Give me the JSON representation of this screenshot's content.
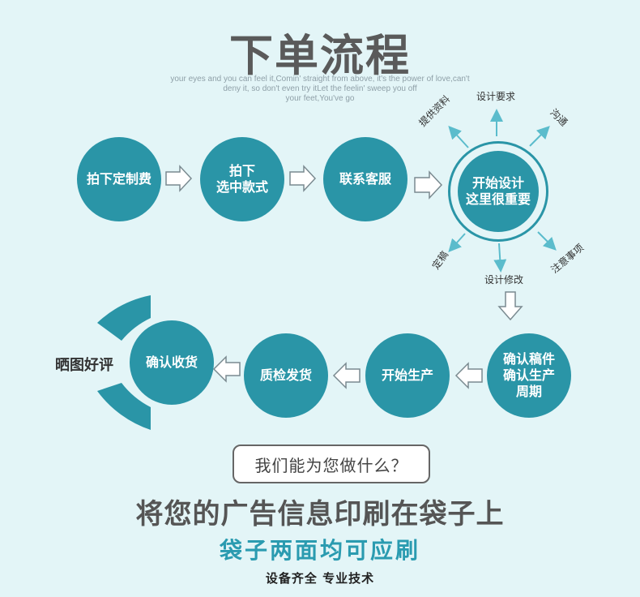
{
  "title": "下单流程",
  "lyrics": [
    "your eyes and you can feel it,Comin' straight from above, it's the power of love,can't",
    "deny it, so don't even try itLet the feelin' sweep you off",
    "your feet,You've go"
  ],
  "steps": {
    "pay": "拍下定制费",
    "select": [
      "拍下",
      "选中款式"
    ],
    "contact": "联系客服",
    "design": [
      "开始设计",
      "这里很重要"
    ],
    "confirm_draft": [
      "确认稿件",
      "确认生产",
      "周期"
    ],
    "produce": "开始生产",
    "inspect": "质检发货",
    "receive": "确认收货"
  },
  "design_tags": {
    "materials": "提供资料",
    "requirements": "设计要求",
    "communicate": "沟通",
    "finalize": "定稿",
    "revise": "设计修改",
    "notes": "注意事项"
  },
  "review": "晒图好评",
  "question": "我们能为您做什么？",
  "headline": "将您的广告信息印刷在袋子上",
  "sub": "袋子两面均可应刷",
  "footer": "设备齐全 专业技术",
  "colors": {
    "accent": "#2a95a7",
    "background": "#e3f5f7",
    "subtitle": "#2a9bb0"
  }
}
